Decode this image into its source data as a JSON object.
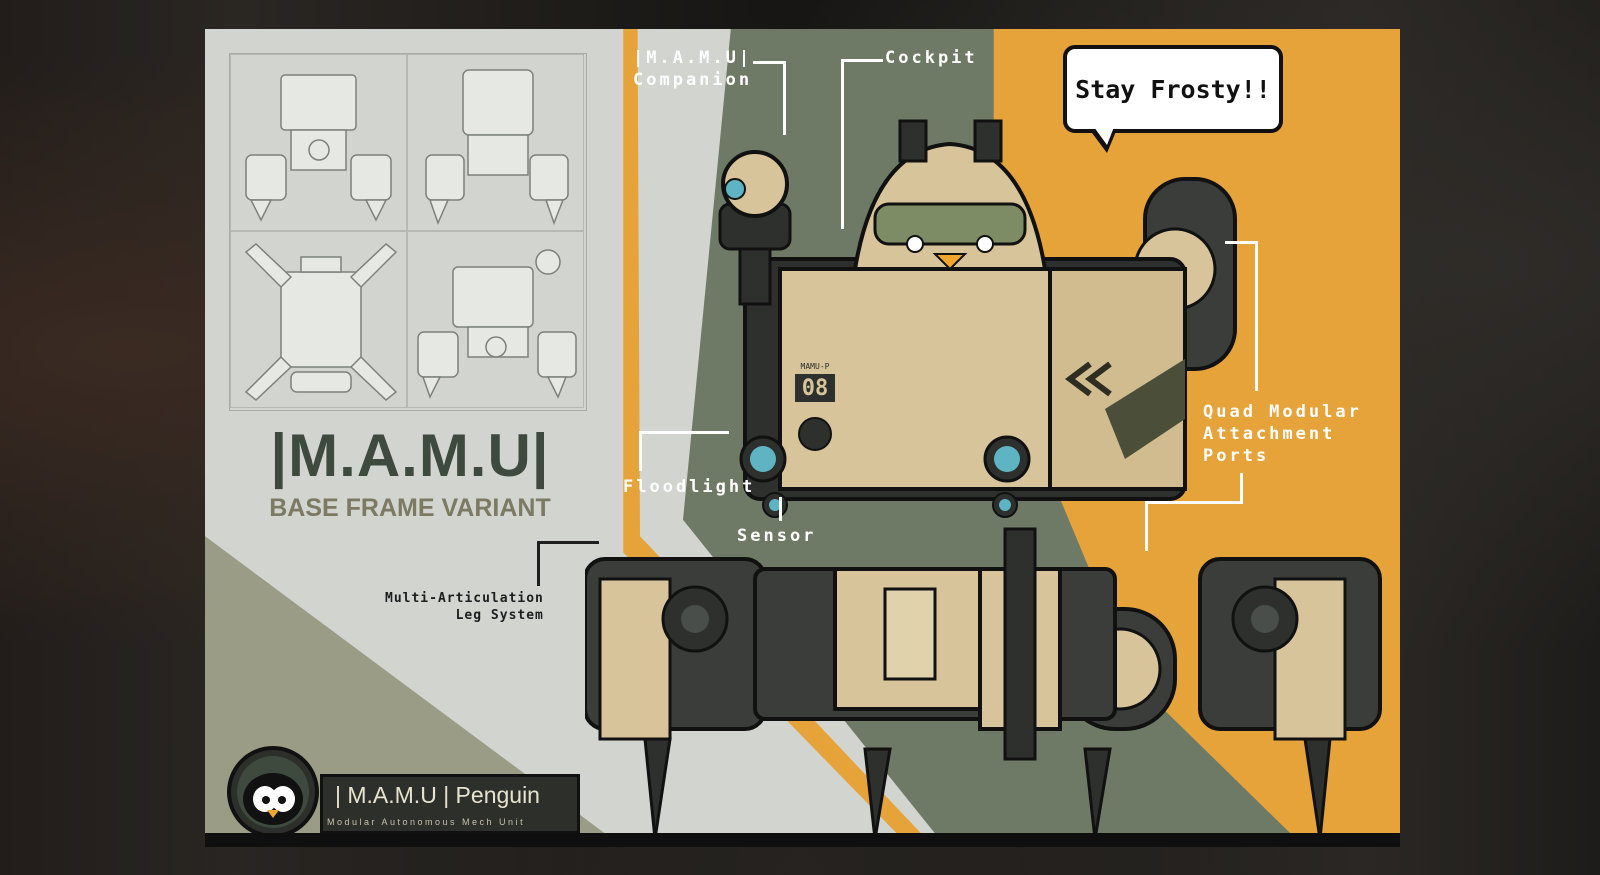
{
  "poster": {
    "title": "|M.A.M.U|",
    "subtitle": "BASE FRAME VARIANT",
    "speech_bubble": "Stay Frosty!!",
    "badge_title": "| M.A.M.U | Penguin",
    "badge_subtitle": "Modular Autonomous Mech Unit",
    "unit_number": "08",
    "unit_code": "MAMU-P"
  },
  "callouts": {
    "companion": "|M.A.M.U|\nCompanion",
    "cockpit": "Cockpit",
    "floodlight": "Floodlight",
    "sensor": "Sensor",
    "quad_modular": "Quad Modular\nAttachment\nPorts",
    "leg_system": "Multi-Articulation\nLeg System"
  },
  "colors": {
    "light_grey": "#d1d4cf",
    "green_grey": "#6f7a66",
    "orange": "#e6a33a",
    "tan": "#d8c49a",
    "dark_metal": "#3a3d3a"
  },
  "icons": {
    "blueprint_front": "mech-front-view-icon",
    "blueprint_back": "mech-back-view-icon",
    "blueprint_top": "mech-top-view-icon",
    "blueprint_iso": "mech-iso-view-icon",
    "emblem": "penguin-emblem-icon"
  }
}
